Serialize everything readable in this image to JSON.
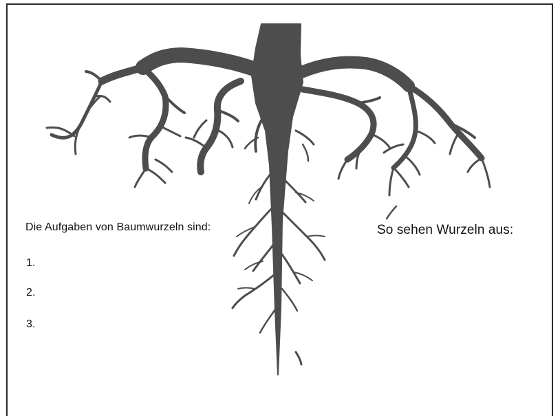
{
  "worksheet": {
    "left_heading": "Die Aufgaben von Baumwurzeln sind:",
    "right_heading": "So sehen Wurzeln aus:",
    "list_items": [
      "1.",
      "2.",
      "3."
    ]
  },
  "illustration": {
    "icon": "tree-roots-icon",
    "color": "#4d4d4d"
  }
}
